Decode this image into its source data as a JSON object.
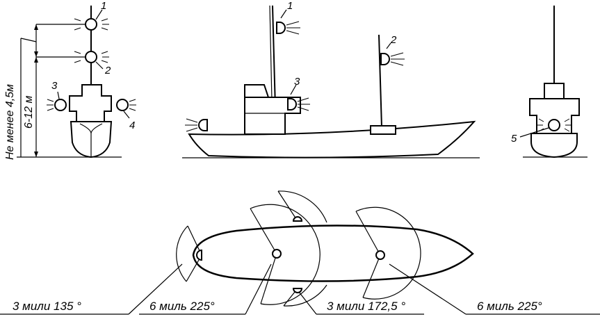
{
  "figure": {
    "front_view": {
      "dimension_min_label": "Не менее 4,5м",
      "dimension_range_label": "6-12 м",
      "callouts": [
        "1",
        "2",
        "3",
        "4"
      ]
    },
    "side_view": {
      "callouts": [
        "1",
        "2",
        "3"
      ]
    },
    "rear_view": {
      "callouts": [
        "5"
      ]
    },
    "plan_view": {
      "sector_labels": [
        "3 мили 135 °",
        "6 миль 225°",
        "3 мили 172,5 °",
        "6 миль 225°"
      ]
    }
  }
}
